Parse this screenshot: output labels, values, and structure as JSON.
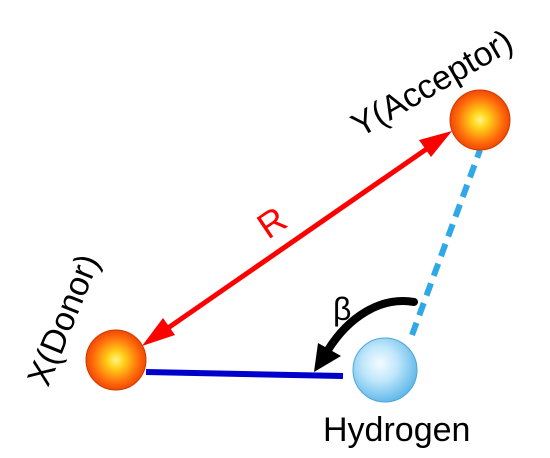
{
  "labels": {
    "donor": "X(Donor)",
    "acceptor": "Y(Acceptor)",
    "hydrogen": "Hydrogen",
    "distance": "R",
    "angle": "β"
  },
  "colors": {
    "distance_arrow": "#ff0000",
    "covalent_bond": "#0000cc",
    "hydrogen_bond": "#2ea8e6",
    "angle_arrow": "#000000",
    "heavy_atom_outer": "#e63b00",
    "heavy_atom_inner": "#ffe640",
    "hydrogen_outer": "#5fb8e8",
    "hydrogen_inner": "#eef9ff"
  },
  "icons": {
    "donor": "orange-sphere-icon",
    "acceptor": "orange-sphere-icon",
    "hydrogen": "blue-sphere-icon"
  }
}
